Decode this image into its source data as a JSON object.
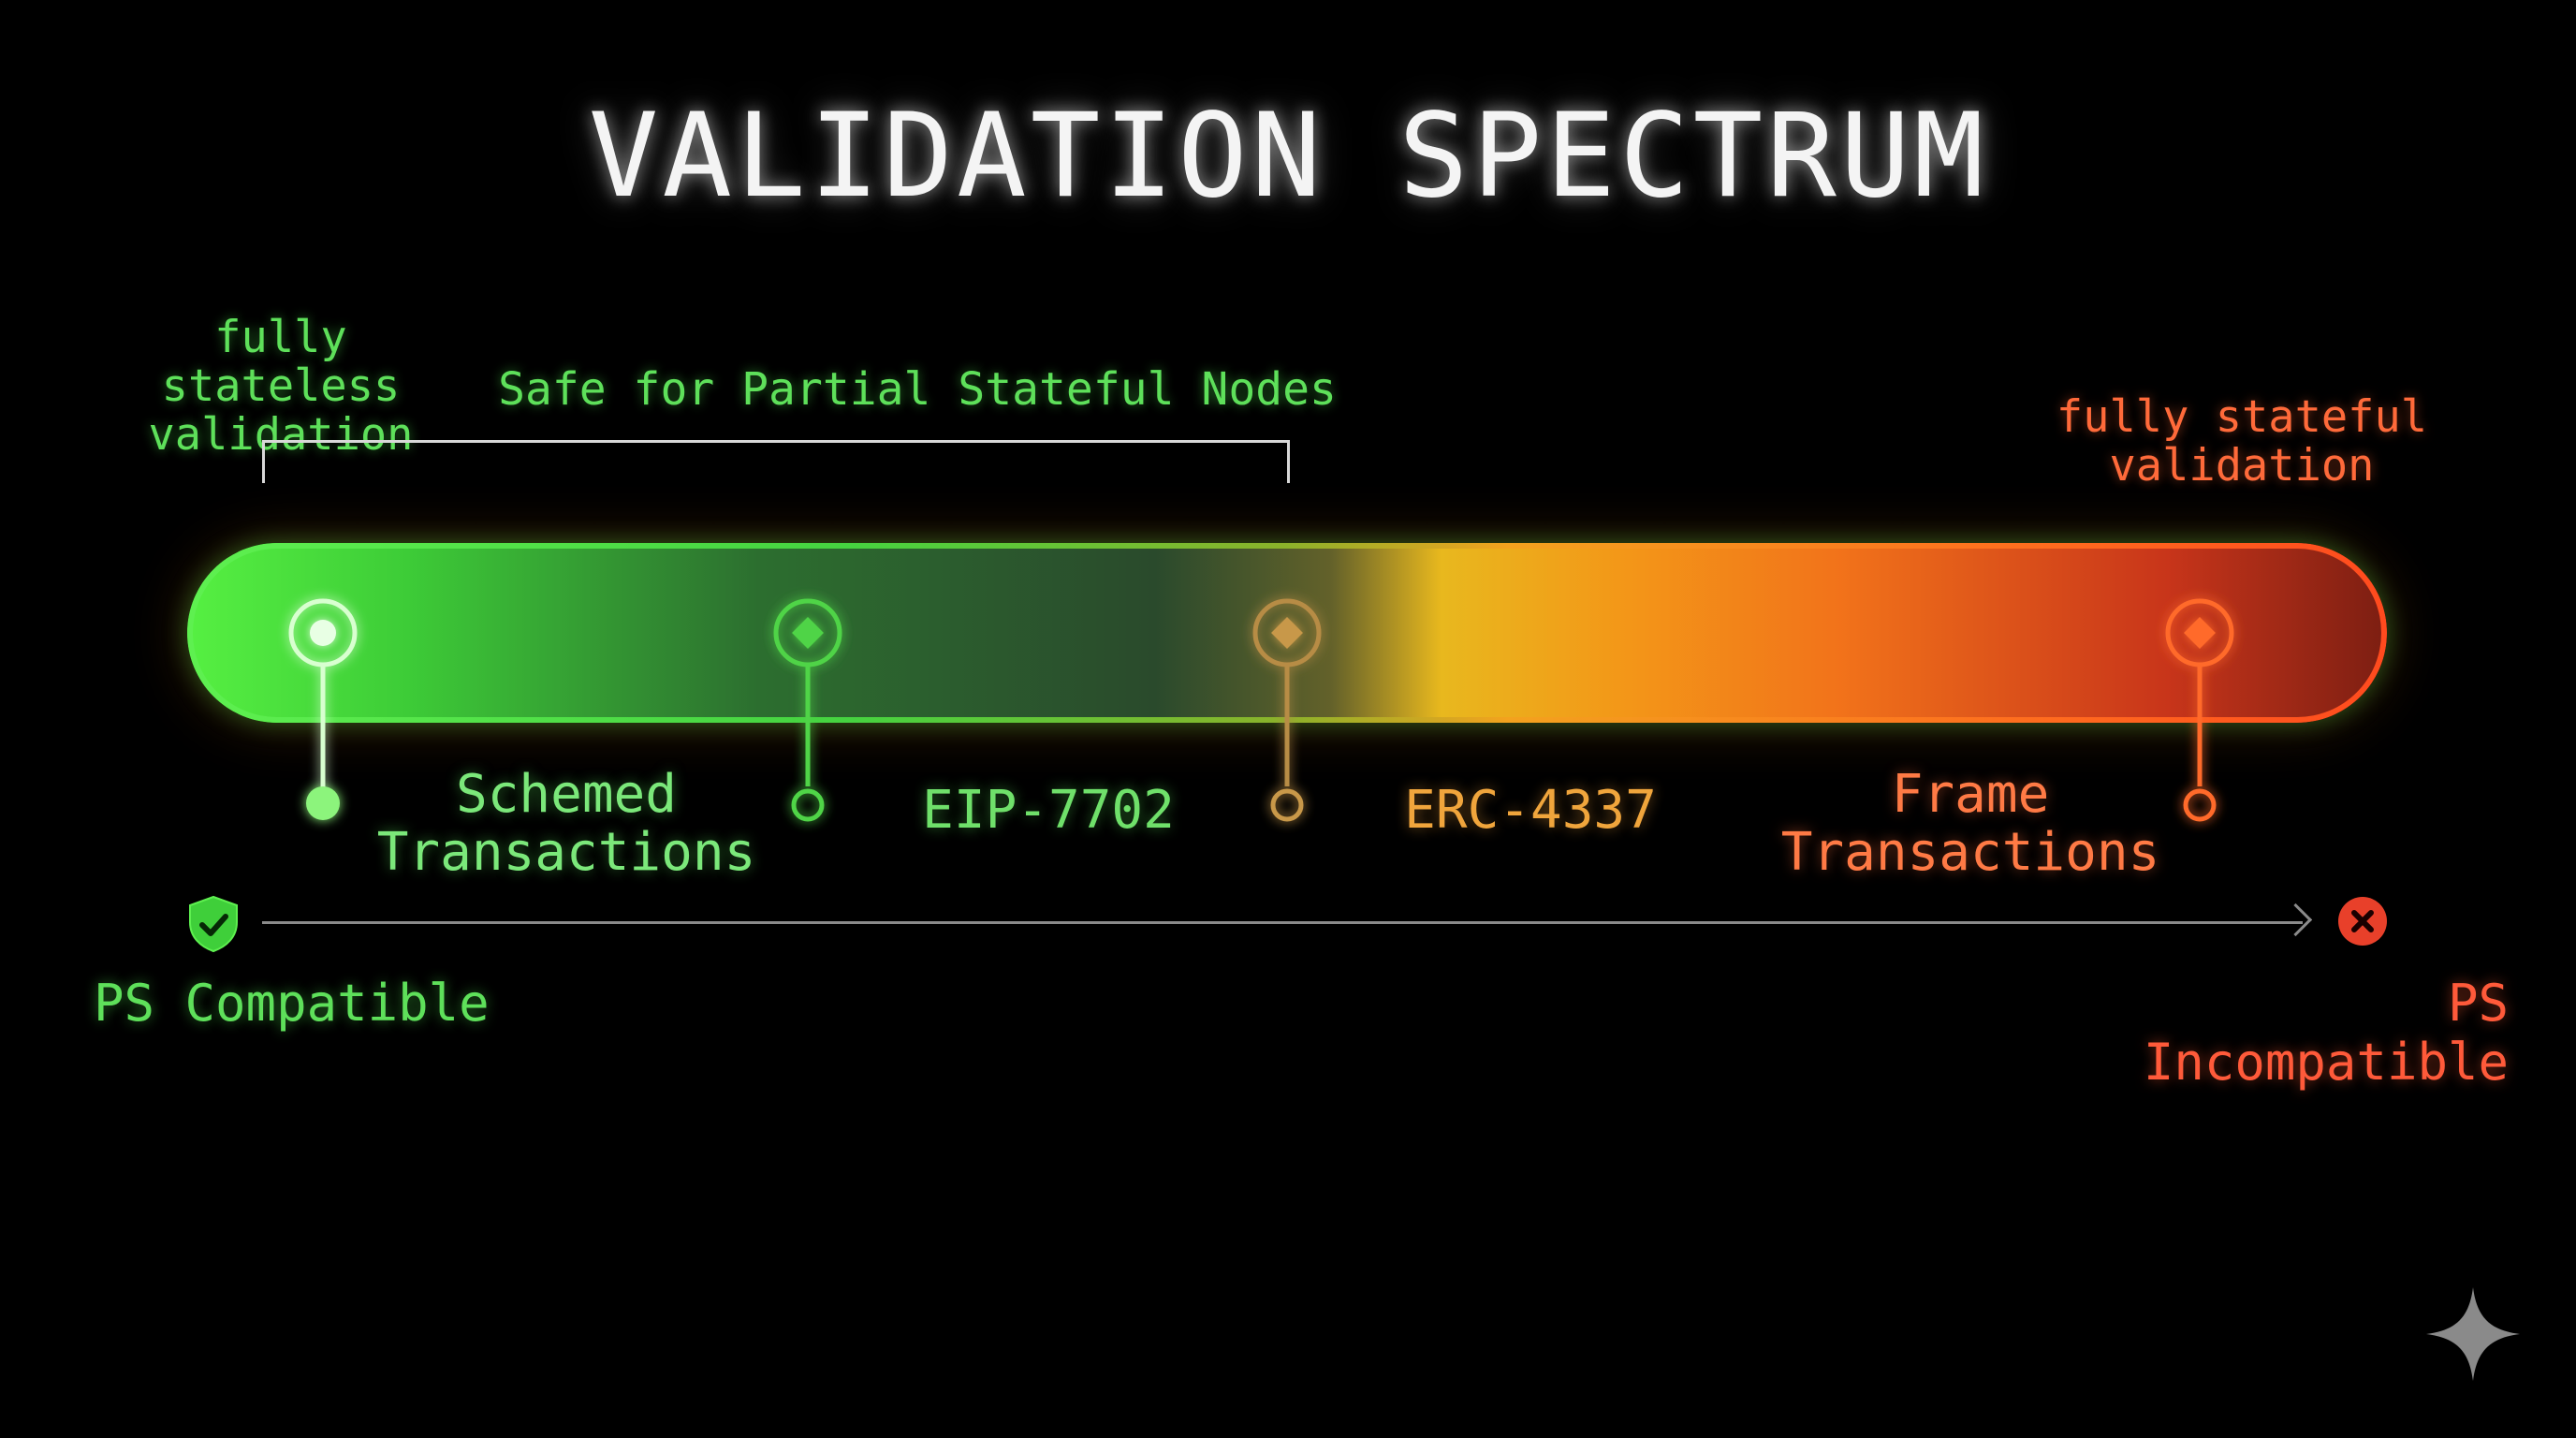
{
  "title": "VALIDATION SPECTRUM",
  "annotations": {
    "stateless_line1": "fully stateless",
    "stateless_line2": "validation",
    "safe_range": "Safe for Partial Stateful Nodes",
    "stateful_line1": "fully stateful",
    "stateful_line2": "validation"
  },
  "spectrum": {
    "gradient_colors": [
      "#56f042",
      "#2a4a2c",
      "#e8b81e",
      "#f2731a",
      "#7c1e12"
    ],
    "items": [
      {
        "line1": "Schemed",
        "line2": "Transactions",
        "color": "#7be87a"
      },
      {
        "line1": "EIP-7702",
        "color": "#6fe06a"
      },
      {
        "line1": "ERC-4337",
        "color": "#f0a53c"
      },
      {
        "line1": "Frame",
        "line2": "Transactions",
        "color": "#ff7a45"
      }
    ]
  },
  "axis": {
    "left_label": "PS Compatible",
    "right_label": "PS Incompatible",
    "left_icon": "shield-check-icon",
    "right_icon": "x-circle-icon",
    "left_color": "#5ee05a",
    "right_color": "#ff5a3a"
  },
  "watermark_icon": "sparkle-icon"
}
